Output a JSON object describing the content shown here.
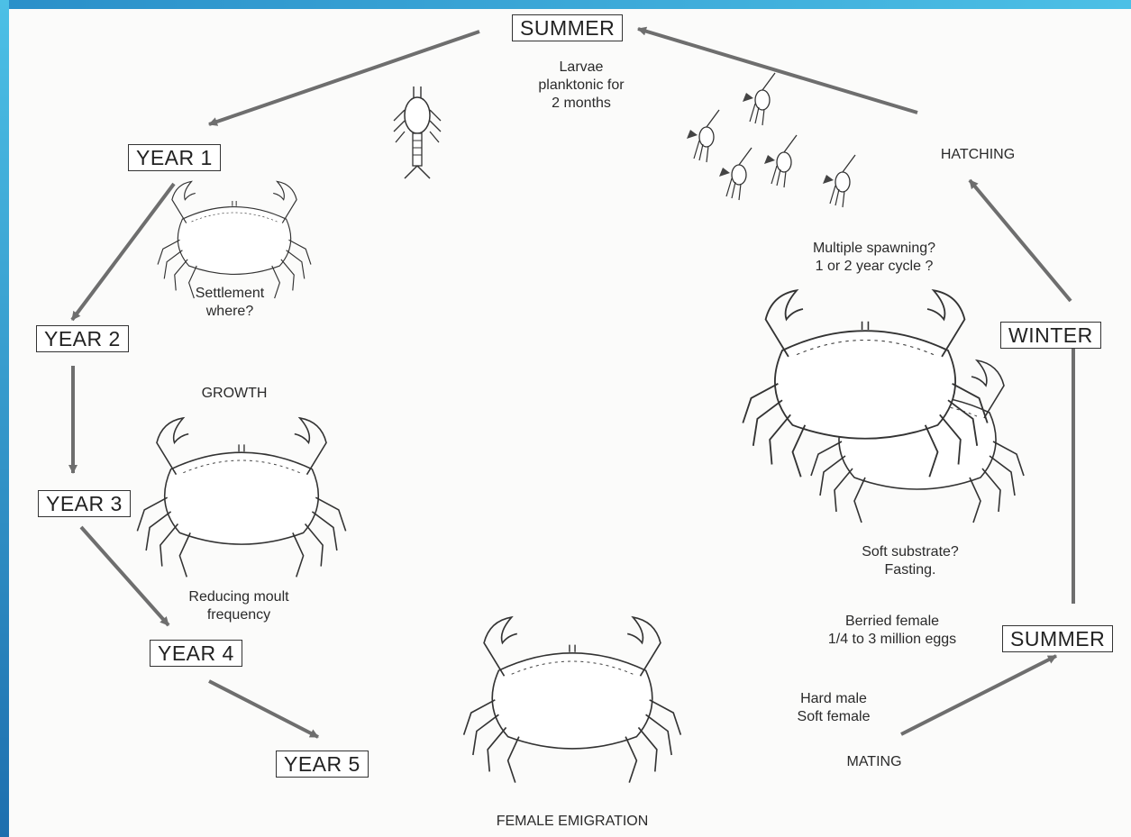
{
  "stages": {
    "summer_top": "SUMMER",
    "year1": "YEAR 1",
    "year2": "YEAR 2",
    "year3": "YEAR 3",
    "year4": "YEAR 4",
    "year5": "YEAR 5",
    "winter": "WINTER",
    "summer_right": "SUMMER"
  },
  "labels": {
    "larvae": "Larvae\nplanktonic for\n2 months",
    "hatching": "HATCHING",
    "settlement": "Settlement\nwhere?",
    "growth": "GROWTH",
    "moult": "Reducing moult\nfrequency",
    "spawning": "Multiple spawning?\n1 or 2 year cycle ?",
    "substrate": "Soft substrate?\nFasting.",
    "berried": "Berried female\n1/4 to 3 million eggs",
    "hard_soft": "Hard male\nSoft female",
    "mating": "MATING",
    "emigration": "FEMALE EMIGRATION"
  },
  "icons": [
    "larva-icon",
    "zoea-icon",
    "crab-icon"
  ]
}
